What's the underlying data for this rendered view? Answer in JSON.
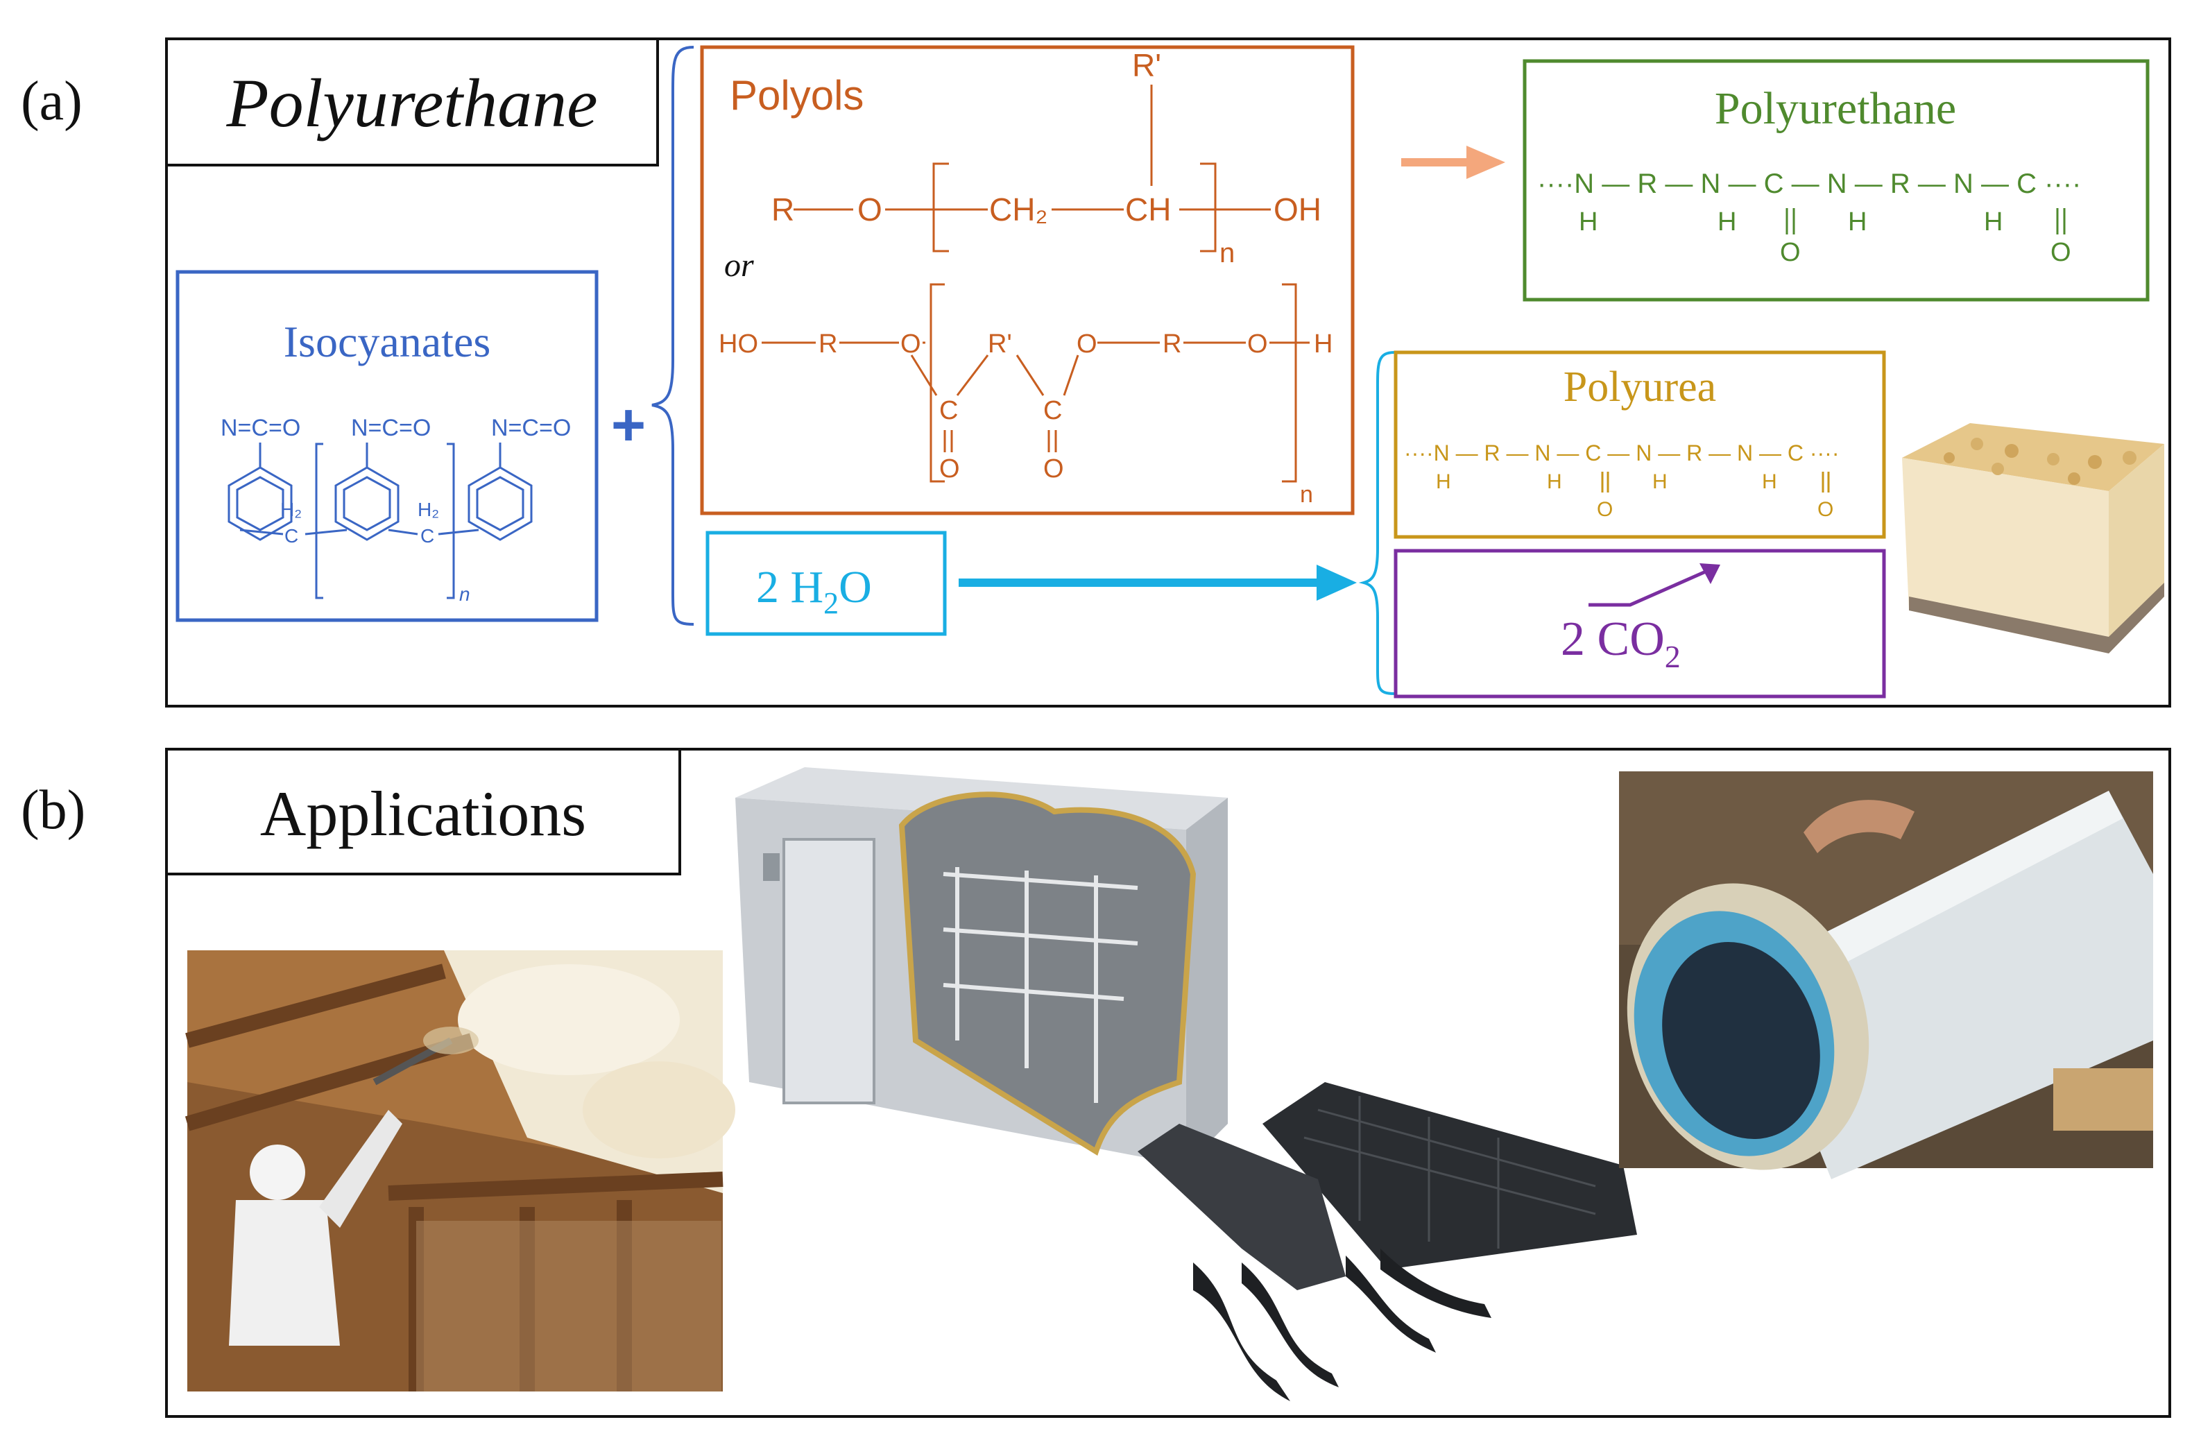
{
  "panel_a": {
    "label": "(a)",
    "title": "Polyurethane",
    "isocyanates": {
      "title": "Isocyanates",
      "group_label": "N=C=O",
      "ch2_label": "H₂",
      "ch2_c": "C",
      "repeat": "n"
    },
    "plus": "+",
    "polyols": {
      "title": "Polyols",
      "or_label": "or",
      "f1": {
        "r": "R",
        "o": "O",
        "ch2": "CH₂",
        "ch": "CH",
        "r_prime": "R'",
        "oh": "OH",
        "n": "n"
      },
      "f2": {
        "ho": "HO",
        "r1": "R",
        "o1": "O",
        "r_prime": "R'",
        "o2": "O",
        "r2": "R",
        "o3": "O",
        "h": "H",
        "c": "C",
        "o_dbl": "O",
        "n": "n"
      }
    },
    "water": {
      "coef": "2 H",
      "sub": "2",
      "tail": "O"
    },
    "polyurethane_product": {
      "title": "Polyurethane",
      "chain_top": "····N — R — N — C — N — R — N — C ····",
      "chain_h": [
        "H",
        "H",
        "H",
        "H"
      ],
      "chain_o": [
        "O",
        "O"
      ]
    },
    "polyurea_product": {
      "title": "Polyurea",
      "chain_top": "····N — R — N — C — N — R — N — C ····",
      "chain_h": [
        "H",
        "H",
        "H",
        "H"
      ],
      "chain_o": [
        "O",
        "O"
      ]
    },
    "co2": {
      "coef": "2 CO",
      "sub": "2"
    }
  },
  "panel_b": {
    "label": "(b)",
    "title": "Applications"
  },
  "colors": {
    "isocyanates": "#3a66c4",
    "polyols": "#c85e20",
    "polyurethane": "#4f8a2e",
    "polyurea": "#c8961a",
    "co2": "#7a2ea0",
    "water": "#19aee3",
    "arrow_orange": "#f4a77c",
    "brace": "#3a66c4",
    "brace2": "#19aee3"
  }
}
